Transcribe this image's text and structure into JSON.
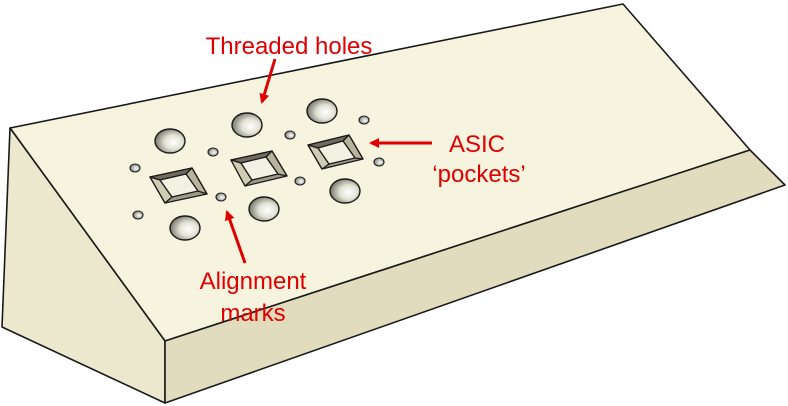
{
  "colors": {
    "block_top": "#f6f4df",
    "block_front": "#ece8cd",
    "block_side": "#e1dcbd",
    "outline": "#1a1a1a",
    "annotation": "#e00000"
  },
  "annotations": {
    "threaded_holes": "Threaded holes",
    "asic_line1": "ASIC",
    "asic_line2": "‘pockets’",
    "alignment_line1": "Alignment",
    "alignment_line2": "marks"
  }
}
